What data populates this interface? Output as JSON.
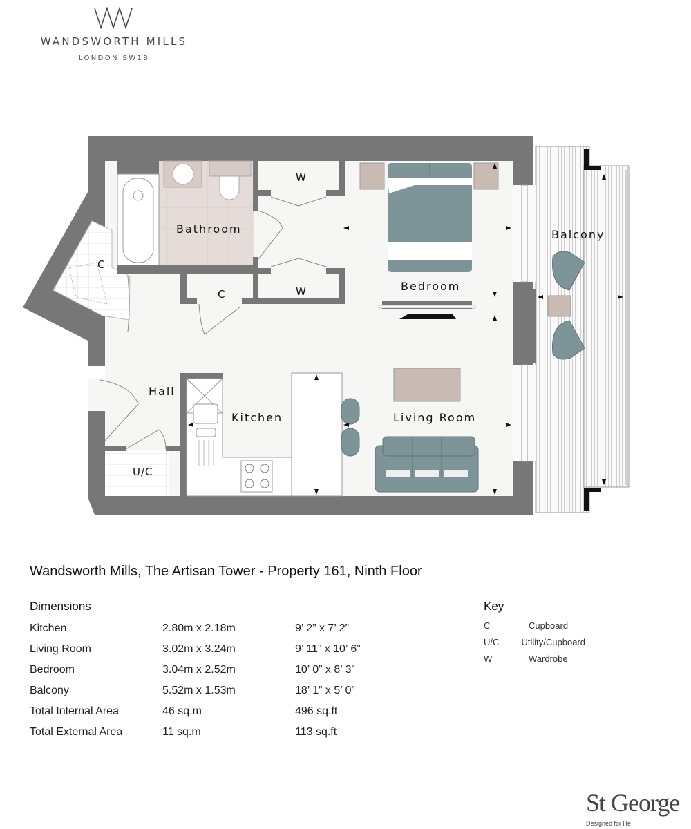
{
  "brand": {
    "logo_mark": "WM",
    "name": "WANDSWORTH MILLS",
    "location": "LONDON SW18"
  },
  "plan": {
    "rooms": {
      "bathroom": "Bathroom",
      "bedroom": "Bedroom",
      "balcony": "Balcony",
      "hall": "Hall",
      "kitchen": "Kitchen",
      "living_room": "Living Room",
      "cupboard_a": "C",
      "cupboard_b": "C",
      "wardrobe_a": "W",
      "wardrobe_b": "W",
      "utility": "U/C"
    },
    "colors": {
      "wall": "#777777",
      "floor": "#f6f6f5",
      "bathroom_tile": "#e5dbd8",
      "furniture_teal": "#7d9599",
      "furniture_beige": "#c9bab3"
    }
  },
  "title": "Wandsworth Mills, The Artisan Tower - Property 161, Ninth Floor",
  "dimensions": {
    "heading": "Dimensions",
    "rows": [
      {
        "room": "Kitchen",
        "metric": "2.80m x 2.18m",
        "imperial": "9’ 2” x 7’ 2”"
      },
      {
        "room": "Living Room",
        "metric": "3.02m x 3.24m",
        "imperial": "9’ 11” x 10’ 6”"
      },
      {
        "room": "Bedroom",
        "metric": "3.04m x 2.52m",
        "imperial": "10’ 0” x 8’ 3”"
      },
      {
        "room": "Balcony",
        "metric": "5.52m x 1.53m",
        "imperial": "18’ 1” x 5’ 0”"
      },
      {
        "room": "Total Internal Area",
        "metric": "46 sq.m",
        "imperial": "496 sq.ft"
      },
      {
        "room": "Total External Area",
        "metric": "11 sq.m",
        "imperial": "113 sq.ft"
      }
    ]
  },
  "key": {
    "heading": "Key",
    "items": [
      {
        "code": "C",
        "meaning": "Cupboard"
      },
      {
        "code": "U/C",
        "meaning": "Utility/Cupboard"
      },
      {
        "code": "W",
        "meaning": "Wardrobe"
      }
    ]
  },
  "developer": {
    "name": "St George",
    "tagline": "Designed for life"
  }
}
